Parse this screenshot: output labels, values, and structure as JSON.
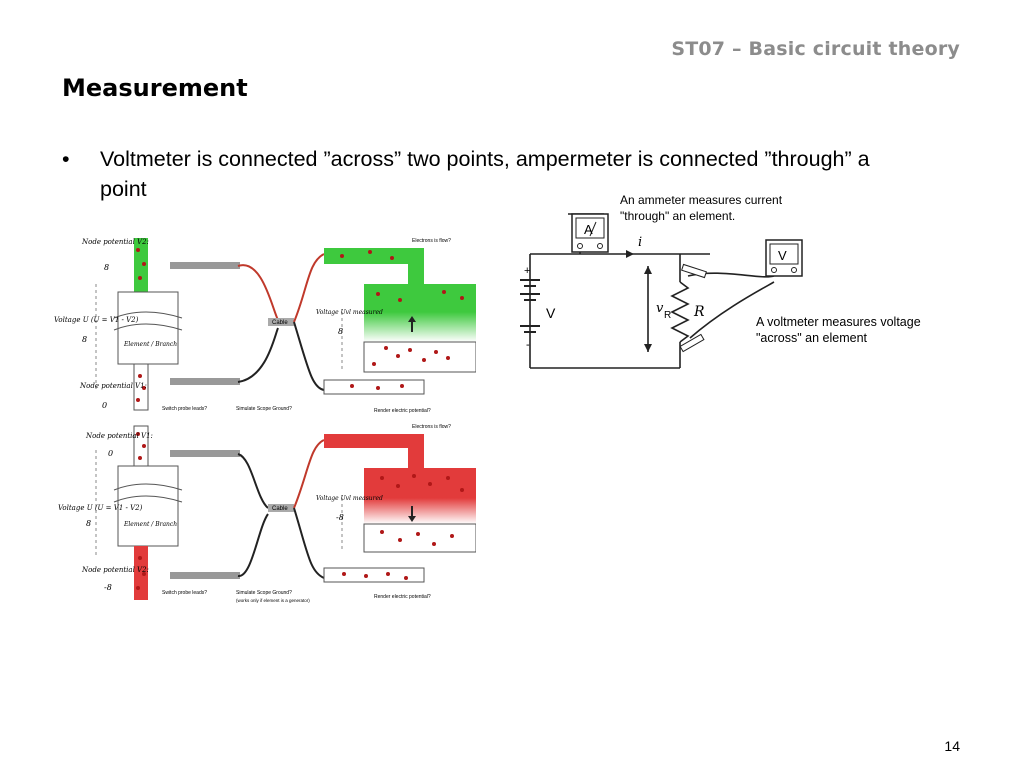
{
  "header": {
    "course_label": "ST07 – Basic circuit theory"
  },
  "slide": {
    "title": "Measurement",
    "bullet_char": "•",
    "bullet_text": "Voltmeter is connected ”across” two points, ampermeter is connected ”through” a point",
    "page_number": "14"
  },
  "probe_figure": {
    "top": {
      "node_label_1": "Node potential V2:",
      "node_value_1": "8",
      "voltage_label": "Voltage U (U = V1 - V2)",
      "voltage_value": "8",
      "element_label": "Element / Branch",
      "node_label_2": "Node potential V1:",
      "node_value_2": "0",
      "cable_label": "Cable",
      "measured_label": "Voltage Uvl measured",
      "measured_value": "8",
      "switch_probe": "Switch probe leads?",
      "simulate_ground": "Simulate Scope Ground?",
      "render_potential": "Render electric potential?",
      "electron_flow": "Electrons is flow?"
    },
    "bottom": {
      "node_label_1": "Node potential V1:",
      "node_value_1": "0",
      "voltage_label": "Voltage U (U = V1 - V2)",
      "voltage_value": "8",
      "element_label": "Element / Branch",
      "node_label_2": "Node potential V2:",
      "node_value_2": "-8",
      "cable_label": "Cable",
      "measured_label": "Voltage Uvl measured",
      "measured_value": "-8",
      "switch_probe": "Switch probe leads?",
      "simulate_ground": "Simulate Scope Ground?",
      "ground_note": "(works only if element is a generator)",
      "render_potential": "Render electric potential?",
      "electron_flow": "Electrons is flow?"
    },
    "colors": {
      "positive": "#3ec93e",
      "negative": "#e23b3b",
      "dots": "#b01818"
    }
  },
  "circuit_figure": {
    "ammeter_caption_1": "An ammeter measures current",
    "ammeter_caption_2": "\"through\" an element.",
    "voltmeter_caption_1": "A voltmeter measures voltage",
    "voltmeter_caption_2": "\"across\" an element",
    "ammeter_symbol": "A",
    "voltmeter_symbol": "V",
    "current_label": "i",
    "source_label": "V",
    "plus_label": "+",
    "minus_label": "-",
    "vr_label": "v",
    "vr_sub": "R",
    "resistor_label": "R"
  }
}
